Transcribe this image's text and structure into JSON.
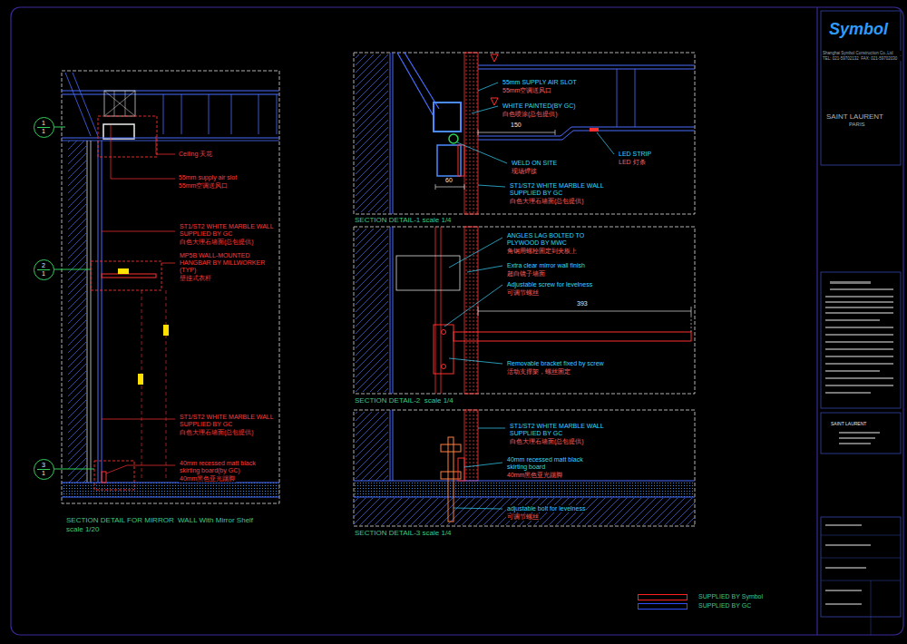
{
  "diagram": {
    "nodes": [
      {
        "text": [
          "1",
          "1"
        ]
      },
      {
        "text": [
          "2",
          "1"
        ]
      },
      {
        "text": [
          "3",
          "1"
        ]
      }
    ],
    "labels": [
      "Ceiling 天花",
      "55mm supply air slot",
      "55mm空调送风口",
      "ST1/ST2 WHITE MARBLE WALL SUPPLIED BY GC",
      "白色大理石墙面(总包提供)",
      "MP5B WALL-MOUNTED HANGBAR BY MILLWORKER (TYP)",
      "壁挂式衣杆",
      "ST1/ST2 WHITE MARBLE WALL SUPPLIED BY GC",
      "白色大理石墙面(总包提供)",
      "40mm recessed matt black skirting board(by GC)",
      "40mm黑色亚光踢脚",
      "SECTION DETAIL FOR MIRROR  WALL With Mirror Shelf",
      "scale 1/20",
      "55mm SUPPLY AIR SLOT",
      "55mm空调送风口",
      "WHITE PAINTED(BY GC)",
      "白色喷涂(总包提供)",
      "150",
      "LED STRIP",
      "LED 灯条",
      "WELD ON SITE",
      "现场焊接",
      "60",
      "ST1/ST2 WHITE MARBLE WALL SUPPLIED BY GC",
      "白色大理石墙面(总包提供)",
      "SECTION DETAIL-1 scale 1/4",
      "ANGLES LAG BOLTED TO PLYWOOD BY MWC",
      "角钢用螺栓固定到夹板上",
      "Extra clear mirror wall finish",
      "超白镜子墙面",
      "Adjustable screw for levelness",
      "可调节螺丝",
      "393",
      "Removable bracket fixed by screw",
      "活动支撑架，螺丝固定",
      "SECTION DETAIL-2  scale 1/4",
      "ST1/ST2 WHITE MARBLE WALL SUPPLIED BY GC",
      "白色大理石墙面(总包提供)",
      "40mm recessed matt black skirting board",
      "40mm黑色亚光踢脚",
      "adjustable bolt for levelness",
      "可调节螺丝",
      "SECTION DETAIL-3 scale 1/4",
      "Symbol",
      "Shanghai Symbol Construction Co.,Ltd",
      "TEL: 021-59702132  FAX: 021-59702030",
      "SAINT LAURENT",
      "PARIS",
      "SAINT LAURENT"
    ],
    "legend": [
      {
        "text": "SUPPLIED BY Symbol",
        "color": "#ff2020"
      },
      {
        "text": "SUPPLIED BY GC",
        "color": "#3050ff"
      }
    ]
  }
}
